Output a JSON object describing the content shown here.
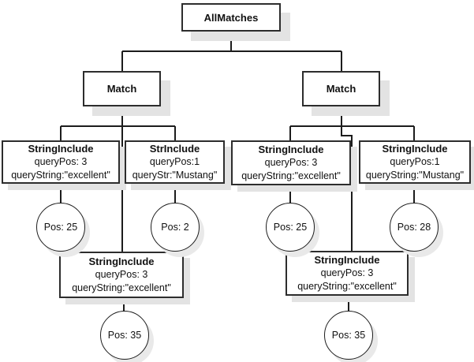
{
  "diagram": {
    "root": {
      "label": "AllMatches"
    },
    "match_left": {
      "label": "Match"
    },
    "match_right": {
      "label": "Match"
    },
    "si1": {
      "title": "StringInclude",
      "line1": "queryPos: 3",
      "line2": "queryString:\"excellent\""
    },
    "si2": {
      "title": "StrInclude",
      "line1": "queryPos:1",
      "line2": "queryStr:\"Mustang\""
    },
    "si3": {
      "title": "StringInclude",
      "line1": "queryPos: 3",
      "line2": "queryString:\"excellent\""
    },
    "si4": {
      "title": "StringInclude",
      "line1": "queryPos:1",
      "line2": "queryString:\"Mustang\""
    },
    "si5": {
      "title": "StringInclude",
      "line1": "queryPos: 3",
      "line2": "queryString:\"excellent\""
    },
    "si6": {
      "title": "StringInclude",
      "line1": "queryPos: 3",
      "line2": "queryString:\"excellent\""
    },
    "pos1": {
      "label": "Pos: 25"
    },
    "pos2": {
      "label": "Pos: 2"
    },
    "pos3": {
      "label": "Pos: 25"
    },
    "pos4": {
      "label": "Pos: 28"
    },
    "pos5": {
      "label": "Pos: 35"
    },
    "pos6": {
      "label": "Pos: 35"
    },
    "colors": {
      "border": "#2d2d2d",
      "line": "#1c1c1c",
      "shadow": "#e3e3e3",
      "background": "#ffffff",
      "text": "#111111"
    }
  }
}
